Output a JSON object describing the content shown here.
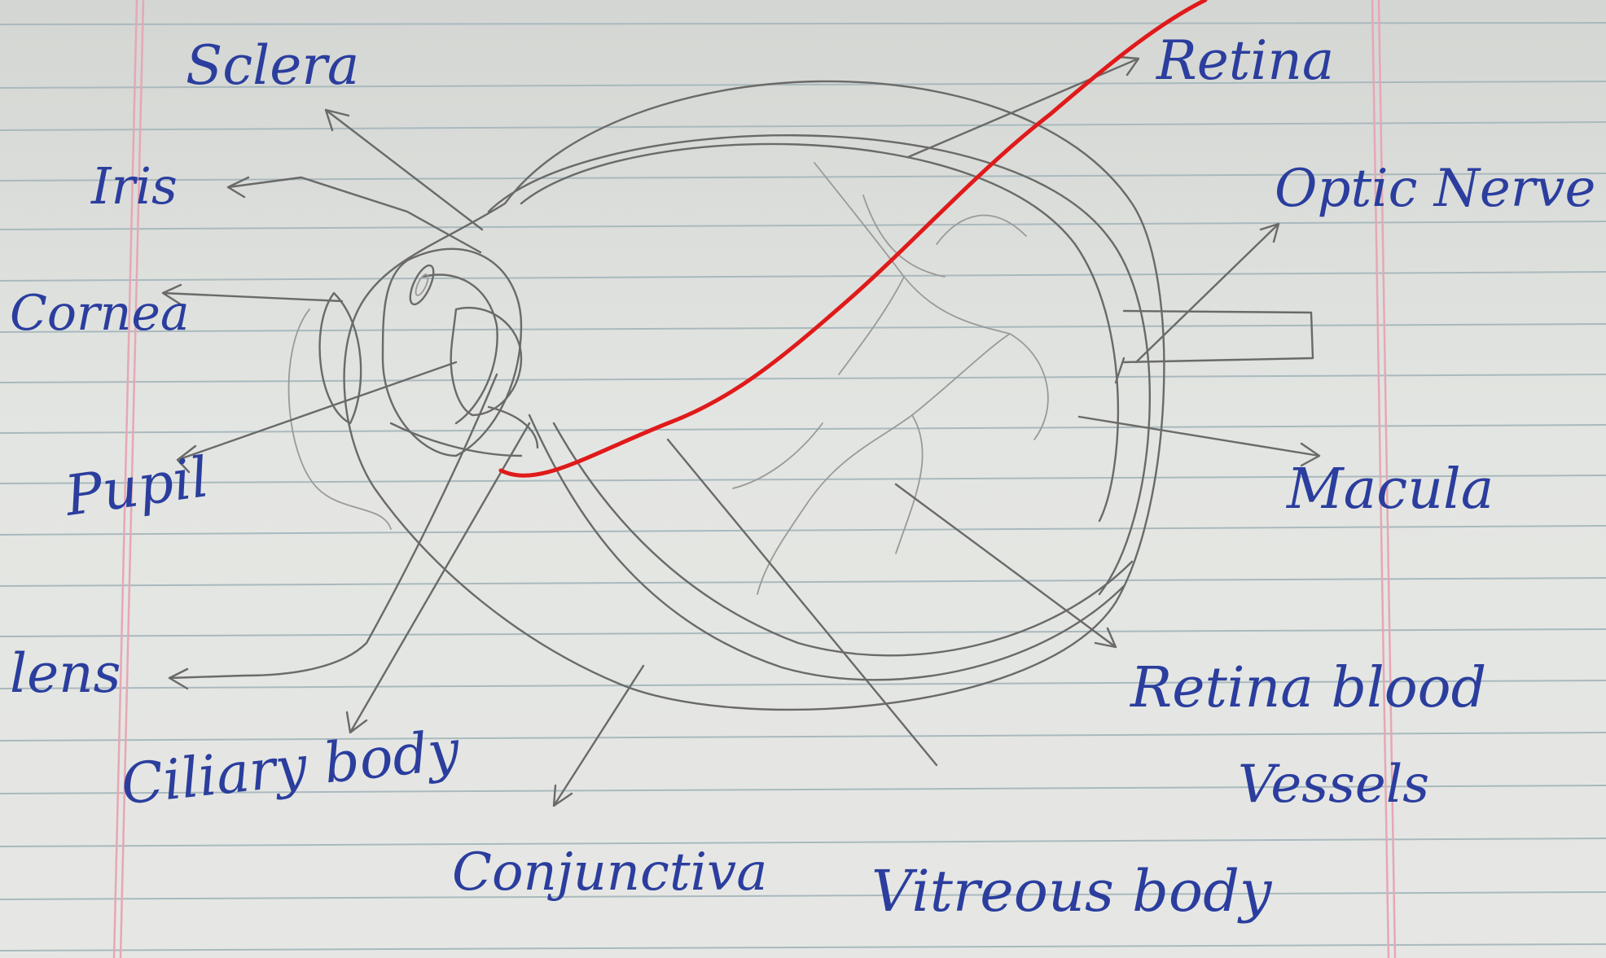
{
  "labels": {
    "sclera": "Sclera",
    "iris": "Iris",
    "cornea": "Cornea",
    "pupil": "Pupil",
    "lens": "lens",
    "ciliary_body": "Ciliary body",
    "conjunctiva": "Conjunctiva",
    "vitreous_body": "Vitreous body",
    "retina": "Retina",
    "optic_nerve": "Optic Nerve",
    "macula": "Macula",
    "retina_blood_vessels_line1": "Retina blood",
    "retina_blood_vessels_line2": "Vessels"
  },
  "colors": {
    "ink": "#2b3e9e",
    "pencil": "#6a6a68",
    "red_stroke": "#e01a1a",
    "ruled_lines": "#a9b9bd",
    "margin_lines": "#e7a7b5"
  }
}
